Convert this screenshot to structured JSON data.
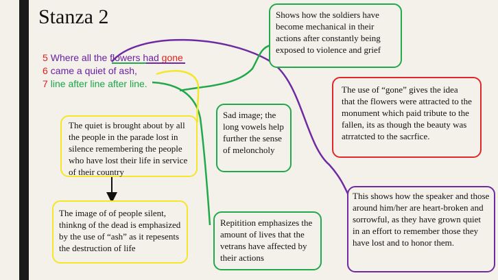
{
  "title": "Stanza 2",
  "poem": [
    {
      "num": "5",
      "before": "Where all the ",
      "highlight": "flowers",
      "middle": " had ",
      "word2": "gone",
      "after": ""
    },
    {
      "num": "6",
      "text": "came a quiet of ash,"
    },
    {
      "num": "7",
      "text": "line after line after line."
    }
  ],
  "notes": {
    "mechanical": "Shows how the soldiers have become  mechanical in their actions after constantly being exposed to violence and grief",
    "gone": "The use of “gone” gives the idea that the flowers were attracted to the monument which paid tribute to the fallen, its as though the beauty was atrratcted to the sacrfice.",
    "sad": "Sad image; the long vowels help further the sense of meloncholy",
    "quiet": "The quiet is brought about by all the people in the parade lost in silence remembering the people who have lost their life in service of their country",
    "ash": "The image of of people silent, thinkng of the dead is emphasized by the use of “ash” as it repesents the destruction of life",
    "repetition": "Repitition emphasizes the amount of lives that the vetrans have affected by their actions",
    "speaker": "This shows how the speaker and those around him/her are heart-broken and sorrowful, as they have grown quiet in an effort to remember those they have lost and to honor them."
  },
  "colors": {
    "green": "#21a84a",
    "yellow": "#f5e628",
    "red": "#e0262a",
    "purple": "#6e2aa0"
  }
}
